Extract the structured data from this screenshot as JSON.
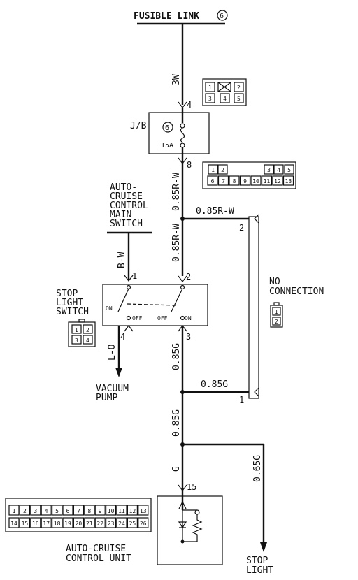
{
  "diagram": {
    "fusible_link": "FUSIBLE LINK",
    "fusible_link_num": "6",
    "jb": {
      "label": "J/B",
      "fuse_num": "6",
      "fuse_rating": "15A"
    },
    "wires": {
      "w_3w": "3W",
      "w_085rw_a": "0.85R-W",
      "w_085rw_branch": "0.85R-W",
      "w_085rw_b": "0.85R-W",
      "w_bw": "B-W",
      "w_lo": "L-O",
      "w_085g_a": "0.85G",
      "w_085g_branch": "0.85G",
      "w_085g_b": "0.85G",
      "w_g": "G",
      "w_065g": "0.65G"
    },
    "pins": {
      "p4_top": "4",
      "p8": "8",
      "p1_main": "1",
      "p2_switch": "2",
      "p4_switch": "4",
      "p3_switch": "3",
      "p2_nc": "2",
      "p1_nc": "1",
      "p15": "15"
    },
    "main_switch": [
      "AUTO-",
      "CRUISE",
      "CONTROL",
      "MAIN",
      "SWITCH"
    ],
    "stop_light_switch": [
      "STOP",
      "LIGHT",
      "SWITCH"
    ],
    "switch_states": {
      "on_left": "ON",
      "off_left": "OFF",
      "off_right": "OFF",
      "on_right": "ON"
    },
    "no_connection": [
      "NO",
      "CONNECTION"
    ],
    "vacuum_pump": [
      "VACUUM",
      "PUMP"
    ],
    "control_unit": [
      "AUTO-CRUISE",
      "CONTROL UNIT"
    ],
    "stop_light": [
      "STOP",
      "LIGHT"
    ],
    "connectors": {
      "c6": [
        "1",
        "",
        "2",
        "3",
        "4",
        "5"
      ],
      "c13": [
        "1",
        "2",
        "3",
        "4",
        "5",
        "6",
        "7",
        "8",
        "9",
        "10",
        "11",
        "12",
        "13"
      ],
      "c4": [
        "1",
        "2",
        "3",
        "4"
      ],
      "c2": [
        "1",
        "2"
      ],
      "c26_top": [
        "1",
        "2",
        "3",
        "4",
        "5",
        "6",
        "7",
        "8",
        "9",
        "10",
        "11",
        "12",
        "13"
      ],
      "c26_bot": [
        "14",
        "15",
        "16",
        "17",
        "18",
        "19",
        "20",
        "21",
        "22",
        "23",
        "24",
        "25",
        "26"
      ]
    }
  }
}
